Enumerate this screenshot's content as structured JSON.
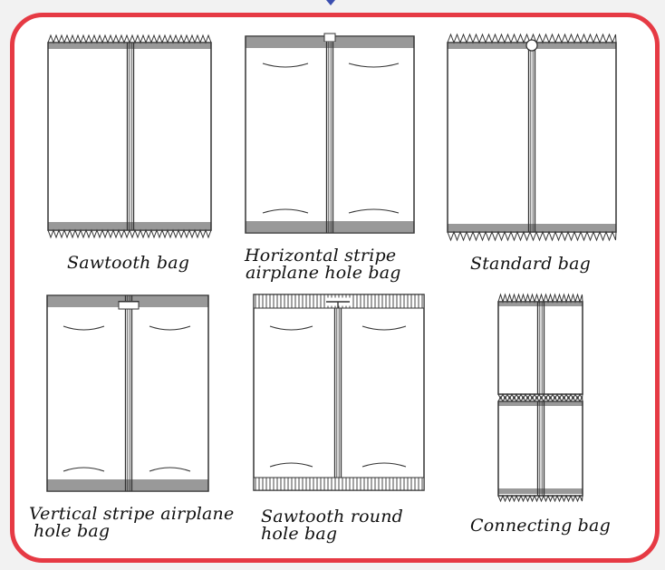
{
  "bags": [
    {
      "name": "sawtooth-bag",
      "label": "Sawtooth bag"
    },
    {
      "name": "horizontal-stripe-airplane-hole-bag",
      "label_lines": [
        "Horizontal stripe",
        "airplane hole bag"
      ]
    },
    {
      "name": "standard-bag",
      "label": "Standard bag"
    },
    {
      "name": "vertical-stripe-airplane-hole-bag",
      "label_lines": [
        "Vertical stripe airplane",
        "hole bag"
      ]
    },
    {
      "name": "sawtooth-round-hole-bag",
      "label_lines": [
        "Sawtooth round",
        "hole bag"
      ]
    },
    {
      "name": "connecting-bag",
      "label": "Connecting bag"
    }
  ],
  "colors": {
    "frame": "#e63a44",
    "line": "#333333",
    "background": "#ffffff"
  }
}
